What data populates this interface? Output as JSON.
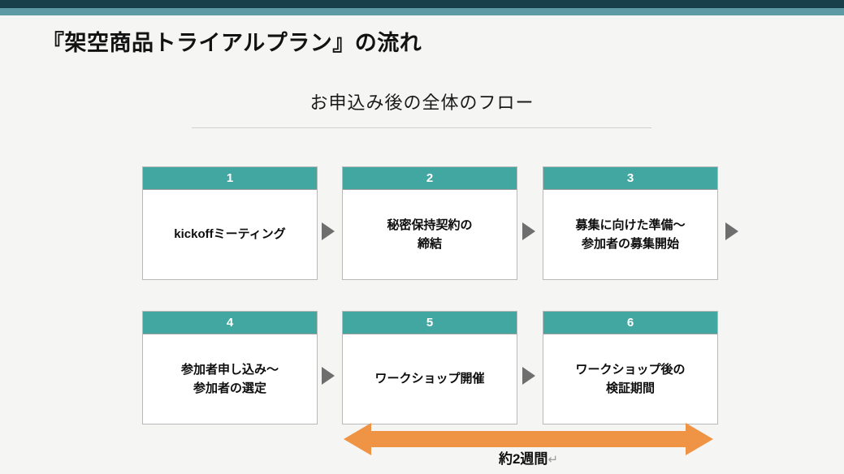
{
  "slide": {
    "title": "『架空商品トライアルプラン』の流れ",
    "subtitle": "お申込み後の全体のフロー"
  },
  "theme": {
    "background": "#f5f5f4",
    "bar_dark": "#17404a",
    "bar_teal": "#5d9aa3",
    "box_header": "#42a6a1",
    "box_border": "#b9b9b9",
    "arrow_gray": "#6e6e6e",
    "arrow_orange": "#ef9344",
    "rule_gray": "#cfcfcf"
  },
  "flow": {
    "steps": [
      {
        "number": "1",
        "label": "kickoffミーティング"
      },
      {
        "number": "2",
        "label": "秘密保持契約の\n締結"
      },
      {
        "number": "3",
        "label": "募集に向けた準備〜\n参加者の募集開始"
      },
      {
        "number": "4",
        "label": "参加者申し込み〜\n参加者の選定"
      },
      {
        "number": "5",
        "label": "ワークショップ開催"
      },
      {
        "number": "6",
        "label": "ワークショップ後の\n検証期間"
      }
    ]
  },
  "duration": {
    "text": "約2週間",
    "return_mark": "↵"
  }
}
